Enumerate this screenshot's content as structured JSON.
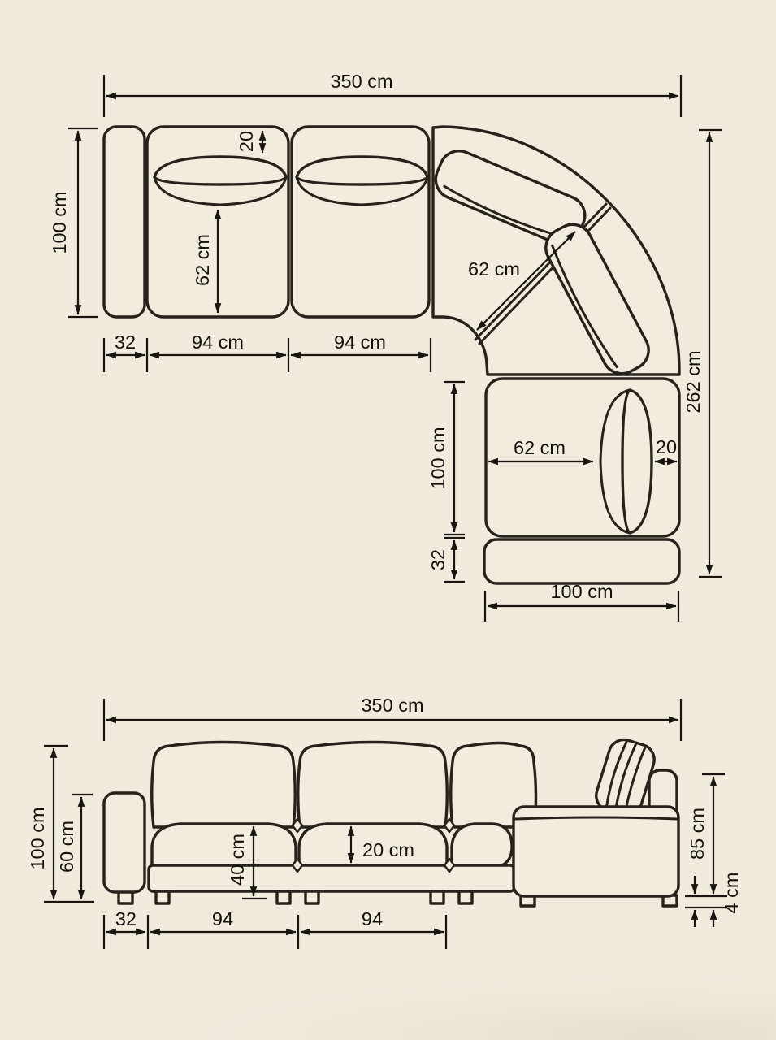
{
  "drawing": {
    "subject": "corner-sofa-dimension-drawing",
    "views": {
      "top": "plan view",
      "bottom": "front elevation view"
    }
  },
  "colors": {
    "background": "#f1ebde",
    "line": "#26221b",
    "dimension_line": "#181510",
    "text": "#14110c"
  },
  "plan": {
    "total_width": "350 cm",
    "depth": "100 cm",
    "backrest_gap": "20",
    "seat_depth": "62 cm",
    "armrest_width": "32",
    "seat1_width": "94 cm",
    "seat2_width": "94 cm",
    "corner_seat_width": "62 cm",
    "overall_depth": "262 cm",
    "right_depth": "100 cm",
    "right_seat_depth": "62 cm",
    "right_backrest_gap": "20",
    "end_module_depth": "32",
    "right_width": "100 cm"
  },
  "front": {
    "total_width": "350 cm",
    "height": "100 cm",
    "armrest_height": "60 cm",
    "seat_height": "40 cm",
    "cushion_thickness": "20 cm",
    "right_armrest_height": "85 cm",
    "leg_height": "4 cm",
    "armrest_width": "32",
    "seat1_width": "94",
    "seat2_width": "94"
  }
}
